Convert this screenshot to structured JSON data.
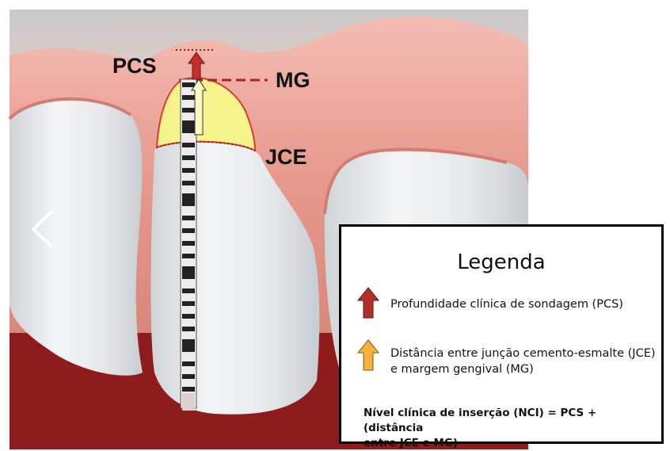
{
  "labels": {
    "pcs": "PCS",
    "mg": "MG",
    "jce": "JCE"
  },
  "legend": {
    "title": "Legenda",
    "items": [
      {
        "icon": "red-arrow-icon",
        "color": "#b5302a",
        "text_line1": "Profundidade clínica de sondagem (PCS)",
        "text_line2": ""
      },
      {
        "icon": "yellow-arrow-icon",
        "color": "#f5b13c",
        "text_line1": "Distância entre junção cemento-esmalte (JCE)",
        "text_line2": "e  margem gengival (MG)"
      }
    ],
    "note_line1": "Nível clínica de inserção (NCI) = PCS + (distância",
    "note_line2": "entre JCE e MG)"
  },
  "colors": {
    "gum": "#e8a096",
    "gum_dark": "#d98a80",
    "background_red": "#8e1c1c",
    "tooth": "#e9ecee",
    "yellow_area": "#f6f38a",
    "dashed_line": "#b0201e"
  }
}
